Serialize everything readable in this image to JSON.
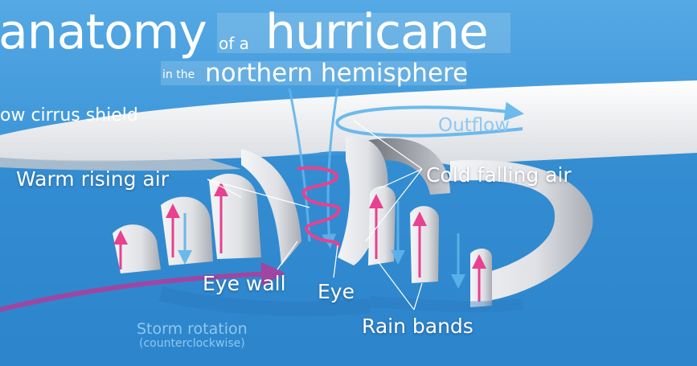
{
  "title": {
    "word1": "anatomy",
    "word2": "of a",
    "word3": "hurricane",
    "sub_prefix": "in the",
    "sub_main": "northern hemisphere"
  },
  "labels": {
    "cirrus": "ow cirrus shield",
    "warm": "Warm rising air",
    "cold": "Cold falling air",
    "outflow": "Outflow",
    "eye_wall": "Eye wall",
    "eye": "Eye",
    "rain_bands": "Rain bands",
    "rotation": "Storm rotation",
    "rotation_sub": "(counterclockwise)"
  },
  "colors": {
    "sky_top": "#3f9ad9",
    "sea": "#2c86cf",
    "cloud": "#f1f2f4",
    "cloud_shadow": "#b9bcc2",
    "warm_arrow": "#e8418f",
    "cold_arrow": "#5fb4ec",
    "rotation_arrow": "#b33b9b"
  },
  "icons": [
    "warm-air-arrow",
    "cold-air-arrow",
    "rotation-arrow"
  ]
}
